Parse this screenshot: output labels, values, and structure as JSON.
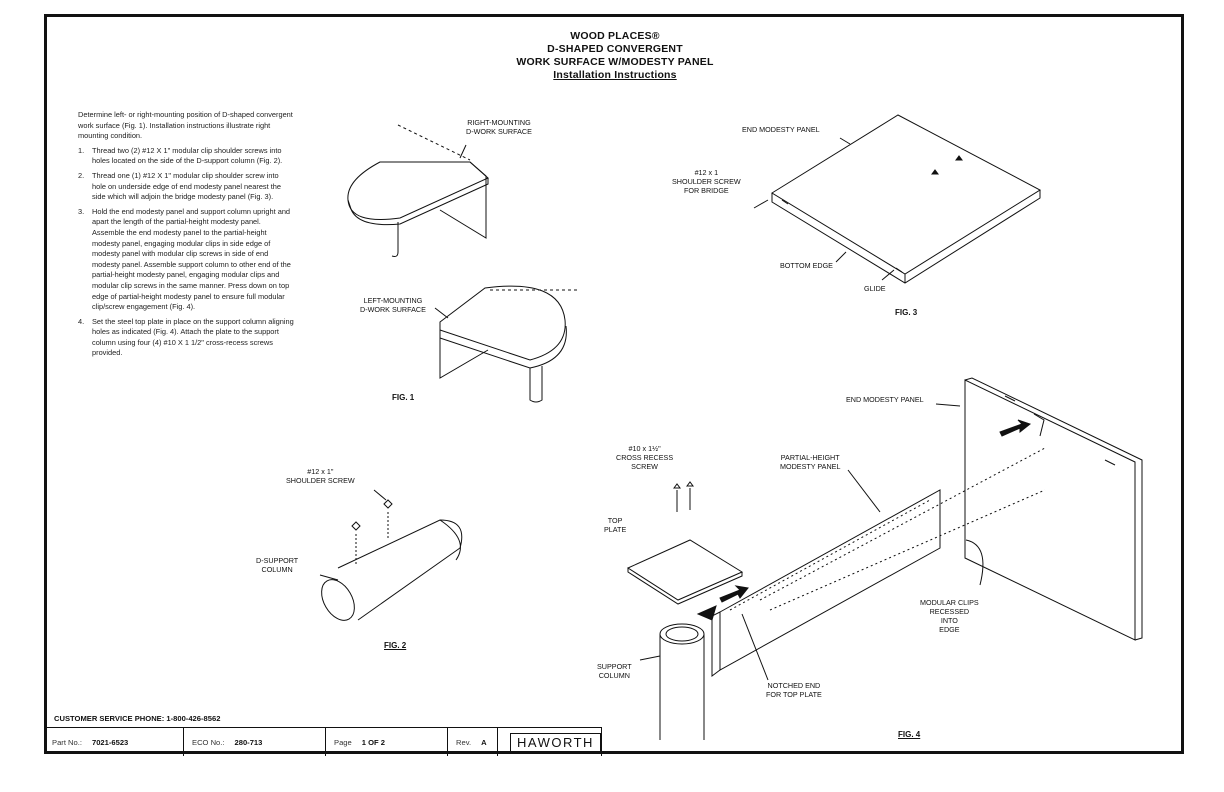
{
  "title": {
    "line1": "WOOD PLACES®",
    "line2": "D-SHAPED CONVERGENT",
    "line3": "WORK SURFACE W/MODESTY PANEL",
    "line4": "Installation Instructions"
  },
  "instructions": {
    "intro": "Determine left- or right-mounting position of D-shaped convergent work surface (Fig. 1). Installation instructions illustrate right mounting condition.",
    "steps": [
      {
        "num": "1.",
        "text": "Thread two (2) #12 X 1\" modular clip shoulder screws into holes located on the side of the D-support column (Fig. 2)."
      },
      {
        "num": "2.",
        "text": "Thread one (1) #12 X 1\" modular clip shoulder screw into hole on underside edge of end modesty panel nearest the side which will adjoin the bridge modesty panel (Fig. 3)."
      },
      {
        "num": "3.",
        "text": "Hold the end modesty panel and support column upright and apart the length of the partial-height modesty panel. Assemble the end modesty panel to the partial-height modesty panel, engaging modular clips in side edge of modesty panel with modular clip screws in side of end modesty panel. Assemble support column to other end of the partial-height modesty panel, engaging modular clips and modular clip screws in the same manner. Press down on top edge of partial-height modesty panel to ensure full modular clip/screw engagement (Fig. 4)."
      },
      {
        "num": "4.",
        "text": "Set the steel top plate in place on the support column aligning holes as indicated (Fig. 4). Attach the plate to the support column using four (4) #10 X 1 1/2\" cross-recess screws provided."
      }
    ]
  },
  "labels": {
    "right_mounting": "RIGHT-MOUNTING\nD-WORK SURFACE",
    "left_mounting": "LEFT-MOUNTING\nD-WORK SURFACE",
    "fig1": "FIG. 1",
    "end_modesty_panel_3": "END MODESTY PANEL",
    "shoulder_screw_bridge": "#12 x 1\nSHOULDER SCREW\nFOR BRIDGE",
    "bottom_edge": "BOTTOM EDGE",
    "glide": "GLIDE",
    "fig3": "FIG. 3",
    "shoulder_screw_2": "#12 x 1\"\nSHOULDER SCREW",
    "d_support_column": "D-SUPPORT\nCOLUMN",
    "fig2": "FIG. 2",
    "end_modesty_panel_4": "END MODESTY PANEL",
    "cross_recess_screw": "#10 x 1½\"\nCROSS RECESS\nSCREW",
    "partial_height": "PARTIAL-HEIGHT\nMODESTY PANEL",
    "top_plate": "TOP\nPLATE",
    "modular_clips": "MODULAR CLIPS\nRECESSED\nINTO\nEDGE",
    "support_column": "SUPPORT\nCOLUMN",
    "notched_end": "NOTCHED END\nFOR TOP PLATE",
    "fig4": "FIG. 4"
  },
  "footer": {
    "phone": "CUSTOMER SERVICE PHONE: 1-800-426-8562",
    "part_no_label": "Part No.:",
    "part_no": "7021-6523",
    "eco_label": "ECO No.:",
    "eco": "280-713",
    "page_label": "Page",
    "page": "1 OF 2",
    "rev_label": "Rev.",
    "rev": "A",
    "brand": "HAWORTH"
  }
}
